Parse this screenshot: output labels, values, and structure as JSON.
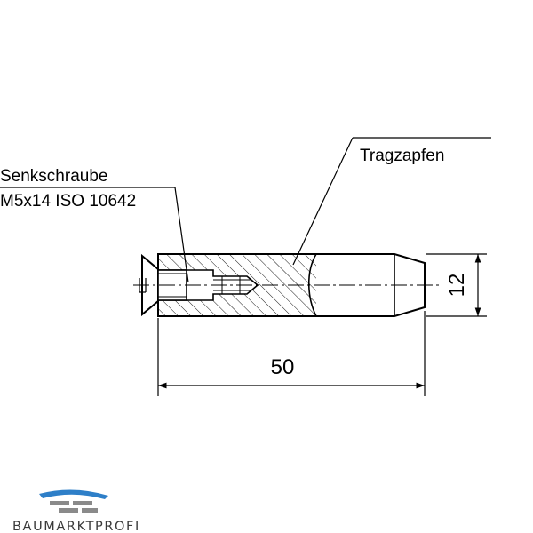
{
  "labels": {
    "screw_line1": "Senkschraube",
    "screw_line2": "M5x14 ISO 10642",
    "pin": "Tragzapfen"
  },
  "dimensions": {
    "length": "50",
    "diameter": "12"
  },
  "brand": {
    "name": "BAUMARKTPROFI",
    "blue": "#2e7fc8",
    "gray": "#8a8a8a"
  }
}
